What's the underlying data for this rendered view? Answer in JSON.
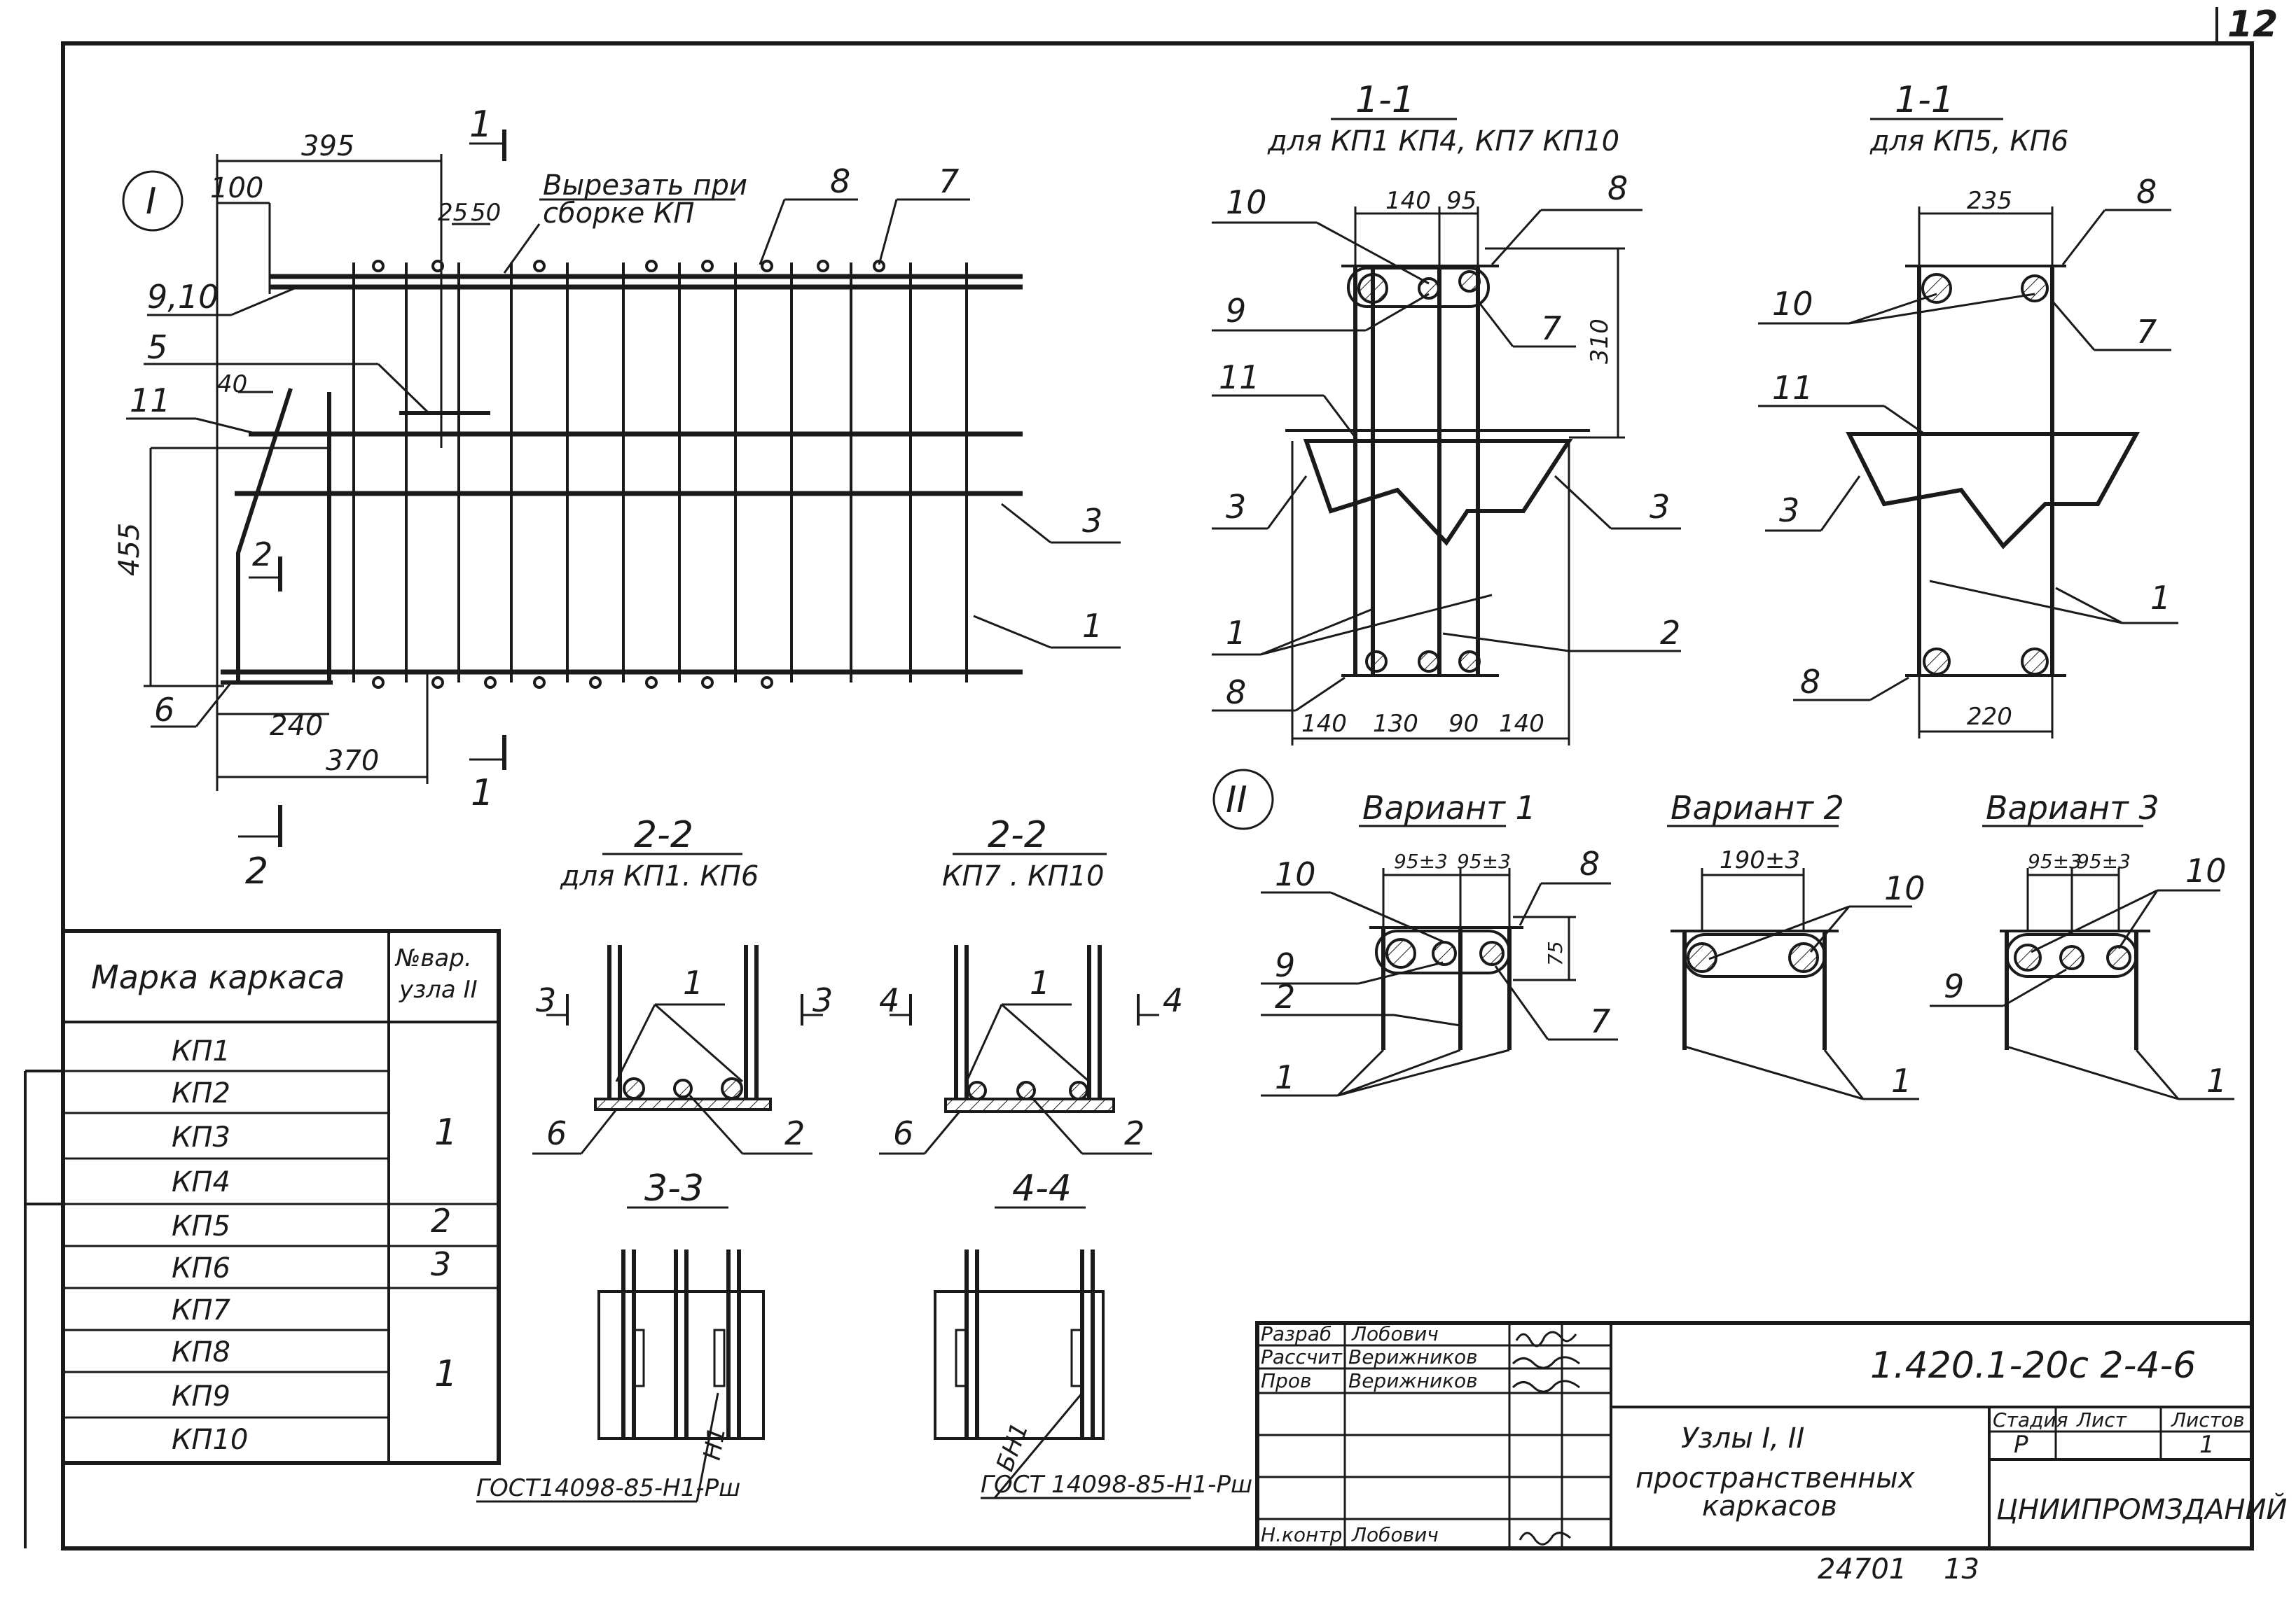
{
  "sheet": {
    "top_number": "12"
  },
  "node1": {
    "mark": "I",
    "dims": {
      "d395": "395",
      "d100": "100",
      "d25": "25",
      "d50": "50",
      "d40": "40",
      "d455": "455",
      "d240": "240",
      "d370": "370"
    },
    "note": {
      "line1": "Вырезать при",
      "line2": "сборке КП"
    },
    "callouts": {
      "c910": "9,10",
      "c5": "5",
      "c11": "11",
      "c6": "6",
      "c8": "8",
      "c7": "7",
      "c3": "3",
      "c1": "1"
    },
    "sections": {
      "s1_top": "1",
      "s1_bottom": "1",
      "s2_mid": "2",
      "s2_bottom": "2"
    }
  },
  "sec11a": {
    "title": "1-1",
    "subtitle": "для КП1  КП4, КП7  КП10",
    "dims": {
      "d140a": "140",
      "d95": "95",
      "d310": "310",
      "d140b": "140",
      "d130": "130",
      "d90": "90",
      "d140c": "140"
    },
    "callouts": {
      "c10": "10",
      "c9": "9",
      "c11": "11",
      "c3l": "3",
      "c1": "1",
      "c8b": "8",
      "c8t": "8",
      "c7": "7",
      "c3r": "3",
      "c2": "2"
    }
  },
  "sec11b": {
    "title": "1-1",
    "subtitle": "для КП5, КП6",
    "dims": {
      "d235": "235",
      "d220": "220"
    },
    "callouts": {
      "c8t": "8",
      "c10": "10",
      "c7": "7",
      "c11": "11",
      "c3": "3",
      "c1": "1",
      "c8b": "8"
    }
  },
  "node2": {
    "mark": "II",
    "v1": {
      "title": "Вариант 1",
      "d1": "95±3",
      "d2": "95±3",
      "d75": "75",
      "c10": "10",
      "c8": "8",
      "c9": "9",
      "c2": "2",
      "c7": "7",
      "c1": "1"
    },
    "v2": {
      "title": "Вариант 2",
      "d1": "190±3",
      "c10": "10",
      "c1": "1"
    },
    "v3": {
      "title": "Вариант 3",
      "d1": "95±3",
      "d2": "95±3",
      "c10": "10",
      "c9": "9",
      "c1": "1"
    }
  },
  "sec22a": {
    "title": "2-2",
    "subtitle": "для КП1. КП6",
    "m3l": "3",
    "m3r": "3",
    "c1": "1",
    "c6": "6",
    "c2": "2"
  },
  "sec22b": {
    "title": "2-2",
    "subtitle": "КП7 . КП10",
    "m4l": "4",
    "m4r": "4",
    "c1": "1",
    "c6": "6",
    "c2": "2"
  },
  "sec33": {
    "title": "3-3",
    "weld": "Н1",
    "gost": "ГОСТ14098-85-Н1-Рш"
  },
  "sec44": {
    "title": "4-4",
    "weld": "БН1",
    "gost": "ГОСТ 14098-85-Н1-Рш"
  },
  "table": {
    "header_mark": "Марка каркаса",
    "header_var1": "№вар.",
    "header_var2": "узла II",
    "rows": [
      "КП1",
      "КП2",
      "КП3",
      "КП4",
      "КП5",
      "КП6",
      "КП7",
      "КП8",
      "КП9",
      "КП10"
    ],
    "variants": {
      "g1": "1",
      "g2": "2",
      "g3": "3",
      "g4": "1"
    }
  },
  "titleblock": {
    "roles": [
      "Разраб",
      "Рассчит",
      "Пров",
      "Н.контр"
    ],
    "names": [
      "Лобович",
      "Верижников",
      "Верижников",
      "Лобович"
    ],
    "designation": "1.420.1-20с 2-4-6",
    "title1": "Узлы I, II",
    "title2": "пространственных",
    "title3": "каркасов",
    "stage_label": "Стадия",
    "sheet_label": "Лист",
    "sheets_label": "Листов",
    "stage": "Р",
    "sheets": "1",
    "org": "ЦНИИПРОМЗДАНИЙ"
  },
  "footer": {
    "num1": "24701",
    "num2": "13"
  }
}
